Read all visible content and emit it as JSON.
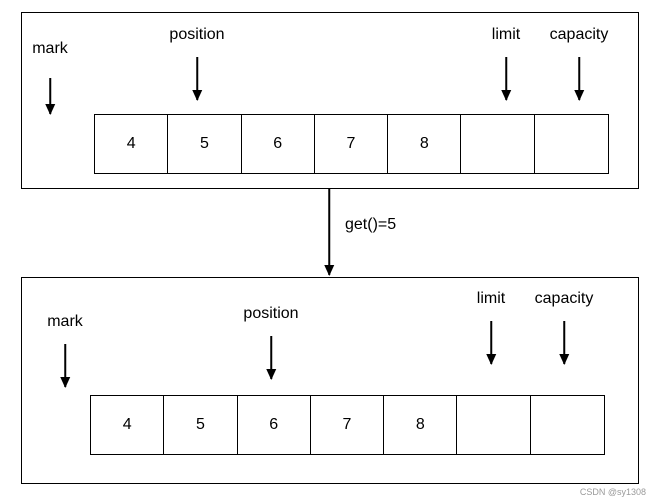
{
  "top_state": {
    "cells": [
      "4",
      "5",
      "6",
      "7",
      "8",
      "",
      ""
    ],
    "pointers": {
      "mark": "mark",
      "position": "position",
      "limit": "limit",
      "capacity": "capacity"
    }
  },
  "operation": {
    "label": "get()=5"
  },
  "bottom_state": {
    "cells": [
      "4",
      "5",
      "6",
      "7",
      "8",
      "",
      ""
    ],
    "pointers": {
      "mark": "mark",
      "position": "position",
      "limit": "limit",
      "capacity": "capacity"
    }
  },
  "watermark": "CSDN @sy1308"
}
